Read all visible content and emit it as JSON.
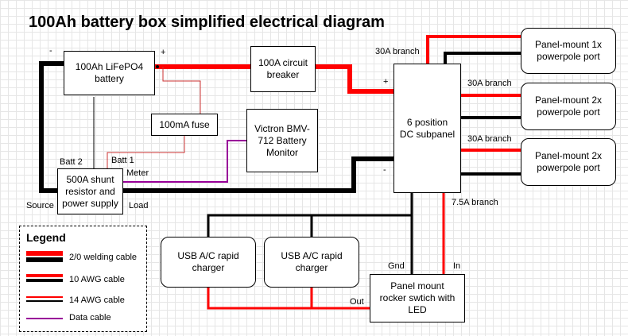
{
  "title": "100Ah battery box simplified electrical diagram",
  "components": {
    "battery": "100Ah LiFePO4 battery",
    "breaker": "100A circuit breaker",
    "subpanel": "6 position DC subpanel",
    "fuse": "100mA fuse",
    "monitor": "Victron BMV-712 Battery Monitor",
    "shunt": "500A shunt resistor and power supply",
    "port1": "Panel-mount 1x powerpole port",
    "port2": "Panel-mount 2x powerpole port",
    "port3": "Panel-mount 2x powerpole port",
    "usb1": "USB A/C rapid charger",
    "usb2": "USB A/C rapid charger",
    "switch": "Panel mount rocker swtich with LED"
  },
  "labels": {
    "bat_minus": "-",
    "bat_plus": "+",
    "sub_plus": "+",
    "sub_minus": "-",
    "branch30_1": "30A branch",
    "branch30_2": "30A branch",
    "branch30_3": "30A branch",
    "branch75": "7.5A branch",
    "batt2": "Batt 2",
    "batt1": "Batt 1",
    "meter": "Meter",
    "source": "Source",
    "load": "Load",
    "gnd": "Gnd",
    "in": "In",
    "out": "Out"
  },
  "legend": {
    "title": "Legend",
    "items": [
      "2/0 welding cable",
      "10 AWG cable",
      "14 AWG cable",
      "Data cable"
    ]
  },
  "colors": {
    "positive": "#ff0000",
    "negative": "#000000",
    "data": "#990099",
    "fuse_wire": "#cc3333"
  }
}
